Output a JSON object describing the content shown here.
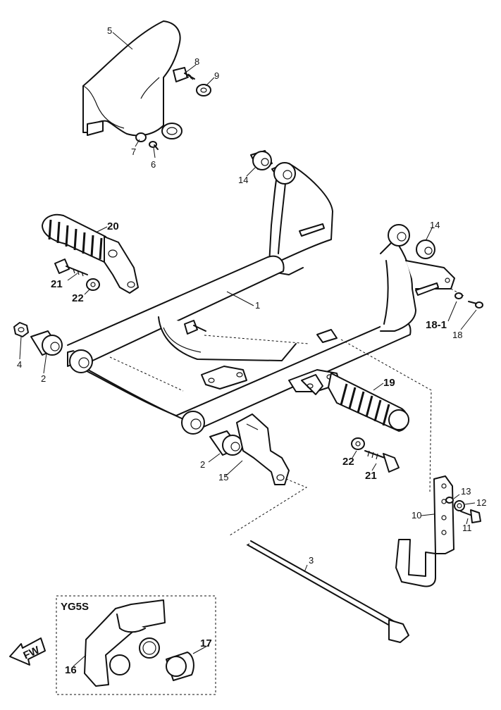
{
  "diagram": {
    "callouts": {
      "c1": "1",
      "c2a": "2",
      "c2b": "2",
      "c3": "3",
      "c4": "4",
      "c5": "5",
      "c6": "6",
      "c7": "7",
      "c8": "8",
      "c9": "9",
      "c10": "10",
      "c11": "11",
      "c12": "12",
      "c13": "13",
      "c14a": "14",
      "c14b": "14",
      "c15": "15",
      "c16": "16",
      "c17": "17",
      "c18": "18",
      "c18_1": "18-1",
      "c19": "19",
      "c20": "20",
      "c21a": "21",
      "c21b": "21",
      "c22a": "22",
      "c22b": "22"
    },
    "variant_box_label": "YG5S",
    "forward_arrow_label": "FW"
  }
}
